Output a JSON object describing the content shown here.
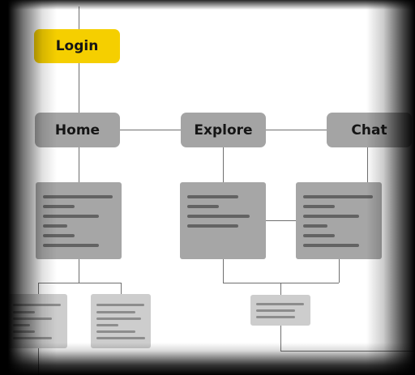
{
  "colors": {
    "login_node": "#f5cf00",
    "nav_node": "#a4a4a4",
    "card": "#a6a6a6",
    "card_faded": "#cdcdcd",
    "connector": "#6f6f6f"
  },
  "nodes": {
    "login": "Login",
    "home": "Home",
    "explore": "Explore",
    "chat": "Chat"
  }
}
